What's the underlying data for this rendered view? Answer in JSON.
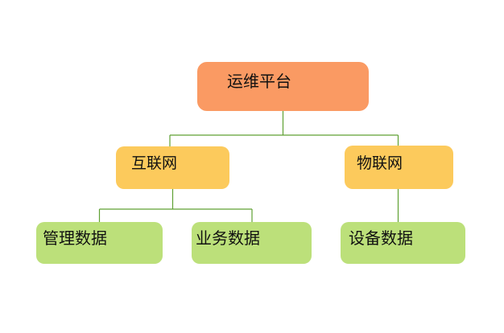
{
  "diagram": {
    "type": "tree",
    "tree": {
      "label": "运维平台",
      "children": [
        {
          "label": "互联网",
          "children": [
            {
              "label": "管理数据"
            },
            {
              "label": "业务数据"
            }
          ]
        },
        {
          "label": "物联网",
          "children": [
            {
              "label": "设备数据"
            }
          ]
        }
      ]
    },
    "colors": {
      "root_fill": "#FA9A63",
      "branch_fill": "#FCCA5C",
      "leaf_fill": "#BCE07A",
      "connector": "#5FA033",
      "text": "#111111",
      "background": "#FFFFFF"
    }
  }
}
